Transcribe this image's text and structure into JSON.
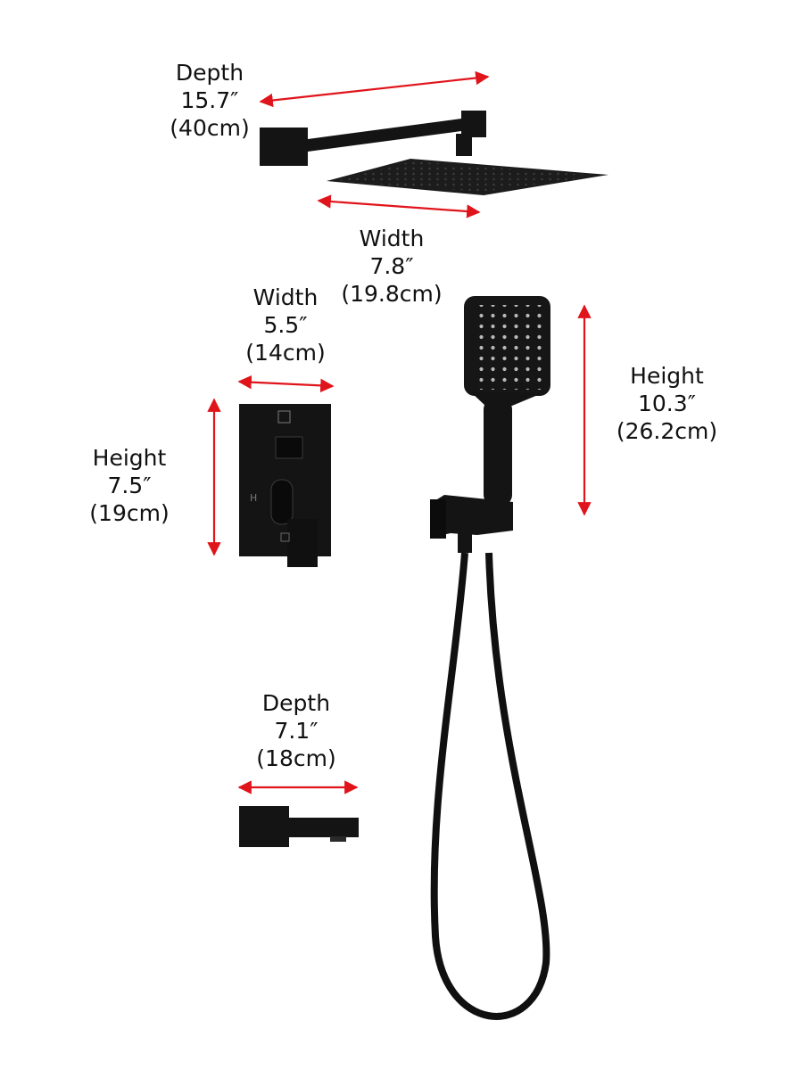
{
  "colors": {
    "arrow": "#e0141b",
    "product": "#141414",
    "text": "#111111",
    "background": "#ffffff"
  },
  "dimensions": {
    "overhead_arm_depth": {
      "name": "Depth",
      "inches": "15.7″",
      "metric": "(40cm)"
    },
    "overhead_head_width": {
      "name": "Width",
      "inches": "7.8″",
      "metric": "(19.8cm)"
    },
    "valve_width": {
      "name": "Width",
      "inches": "5.5″",
      "metric": "(14cm)"
    },
    "valve_height": {
      "name": "Height",
      "inches": "7.5″",
      "metric": "(19cm)"
    },
    "handheld_height": {
      "name": "Height",
      "inches": "10.3″",
      "metric": "(26.2cm)"
    },
    "spout_depth": {
      "name": "Depth",
      "inches": "7.1″",
      "metric": "(18cm)"
    }
  },
  "valve_plate": {
    "hot_mark": "H"
  }
}
